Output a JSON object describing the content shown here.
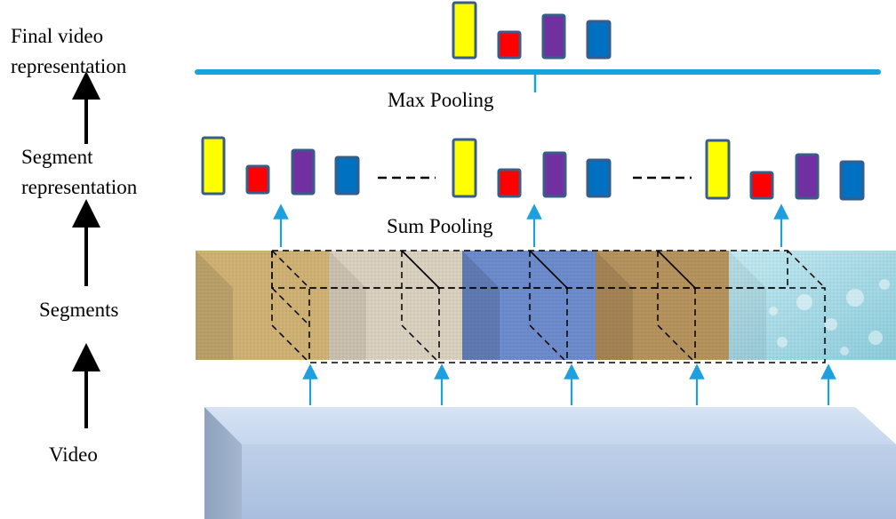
{
  "labels": {
    "final_line1": "Final video",
    "final_line2": "representation",
    "segment_line1": "Segment",
    "segment_line2": "representation",
    "segments": "Segments",
    "video": "Video",
    "max_pooling": "Max Pooling",
    "sum_pooling": "Sum Pooling"
  },
  "colors": {
    "yellow": "#ffff00",
    "red": "#ff0000",
    "purple": "#7030a0",
    "blue": "#0070c0",
    "border": "#385d8a",
    "pool_line": "#13a5dc",
    "arrow": "#1ea0e0"
  },
  "segment_textures": [
    "#d6b77a",
    "#ddd3c0",
    "#6f8fd0",
    "#b7925e",
    "#a8dbe6"
  ]
}
